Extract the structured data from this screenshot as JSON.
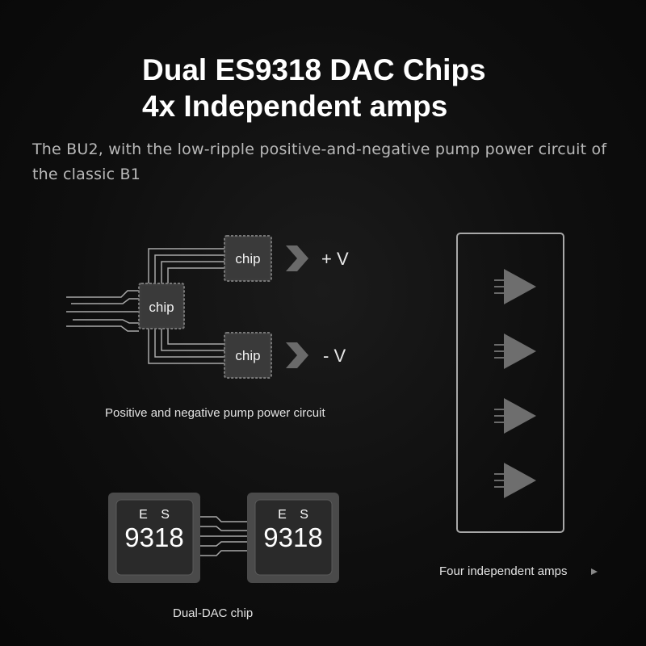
{
  "headline": {
    "line1": "Dual ES9318 DAC Chips",
    "line2": "4x Independent amps"
  },
  "subtitle": "The BU2, with the low-ripple positive-and-negative pump power circuit of the classic B1",
  "pump_circuit": {
    "main_chip_label": "chip",
    "top_chip_label": "chip",
    "bottom_chip_label": "chip",
    "positive_label": "+ V",
    "negative_label": "- V",
    "caption": "Positive and negative pump power circuit"
  },
  "dac": {
    "chip1": {
      "top": "E S",
      "number": "9318"
    },
    "chip2": {
      "top": "E S",
      "number": "9318"
    },
    "caption": "Dual-DAC chip"
  },
  "amps": {
    "count": 4,
    "caption": "Four independent amps"
  },
  "colors": {
    "background": "#0e0e0e",
    "chip_fill": "#3a3a3a",
    "line": "#b0b0b0",
    "arrow": "#6a6a6a"
  }
}
